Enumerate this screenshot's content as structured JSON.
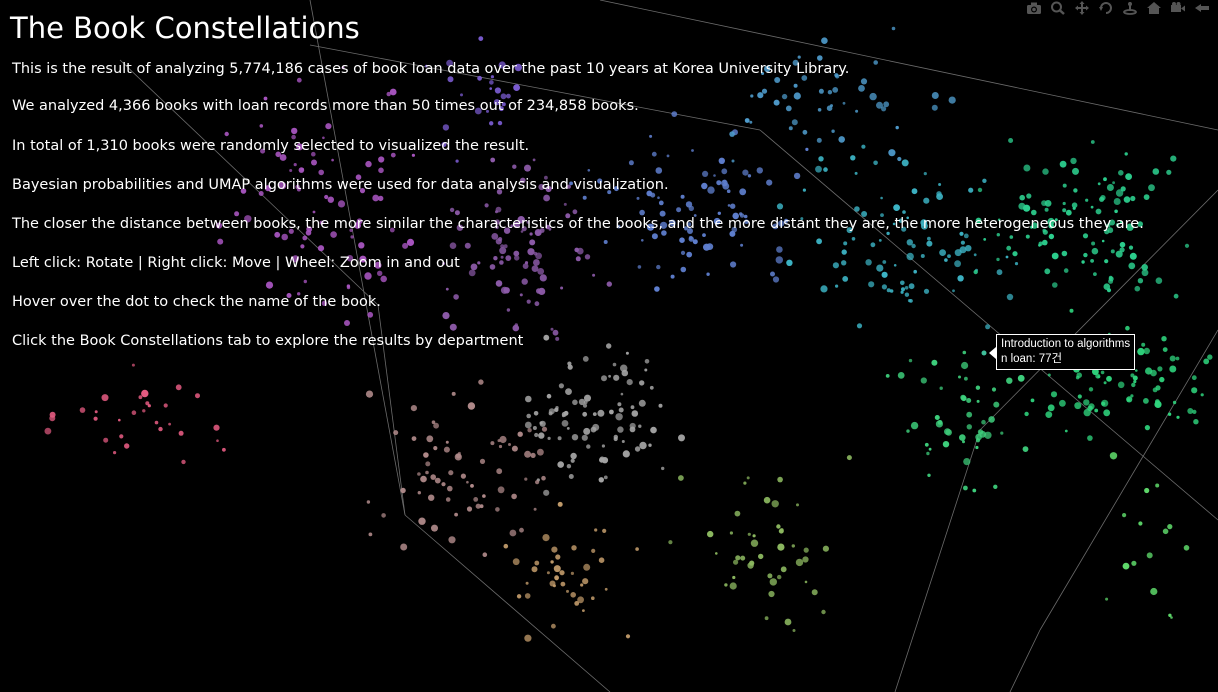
{
  "page": {
    "title": "The Book Constellations",
    "description": [
      "This is the result of analyzing 5,774,186 cases of book loan data over the past 10 years at Korea University Library.",
      "We analyzed 4,366 books with loan records more than 50 times out of 234,858 books.",
      " In total of 1,310 books were randomly selected to visualized the result.",
      "Bayesian probabilities and UMAP algorithms were used for data analysis and visualization.",
      "The closer the distance between books, the more similar the characteristics of the books, and the more distant they are, the more heterogeneous they are.",
      "Left click: Rotate | Right click: Move | Wheel: Zoom in and out",
      "Hover over the dot to check the name of the book.",
      "Click the Book Constellations tab to explore the results by department"
    ]
  },
  "modebar": [
    {
      "name": "camera-icon",
      "label": "Download plot as a png"
    },
    {
      "name": "zoom-icon",
      "label": "Zoom"
    },
    {
      "name": "pan-icon",
      "label": "Pan"
    },
    {
      "name": "orbit-rotation-icon",
      "label": "Orbital rotation"
    },
    {
      "name": "turntable-rotation-icon",
      "label": "Turntable rotation"
    },
    {
      "name": "home-icon",
      "label": "Reset camera to default"
    },
    {
      "name": "camera-view-icon",
      "label": "Reset camera to last save"
    },
    {
      "name": "plotly-logo-icon",
      "label": "Produced with Plotly"
    }
  ],
  "tooltip": {
    "title": "Introduction to algorithms",
    "loan": "n loan: 77건"
  },
  "colors": {
    "background": "#000000",
    "text": "#ffffff",
    "axis_lines": "#6b6b6b",
    "gradient": [
      "#e8557a",
      "#a84fc4",
      "#5b7fd0",
      "#3fb4c6",
      "#2fd08a",
      "#5fd86a",
      "#c8a070"
    ]
  },
  "chart_data": {
    "type": "scatter",
    "title": "",
    "point_count_shown": 1310,
    "hovered_point": {
      "label": "Introduction to algorithms",
      "loans": 77
    }
  }
}
